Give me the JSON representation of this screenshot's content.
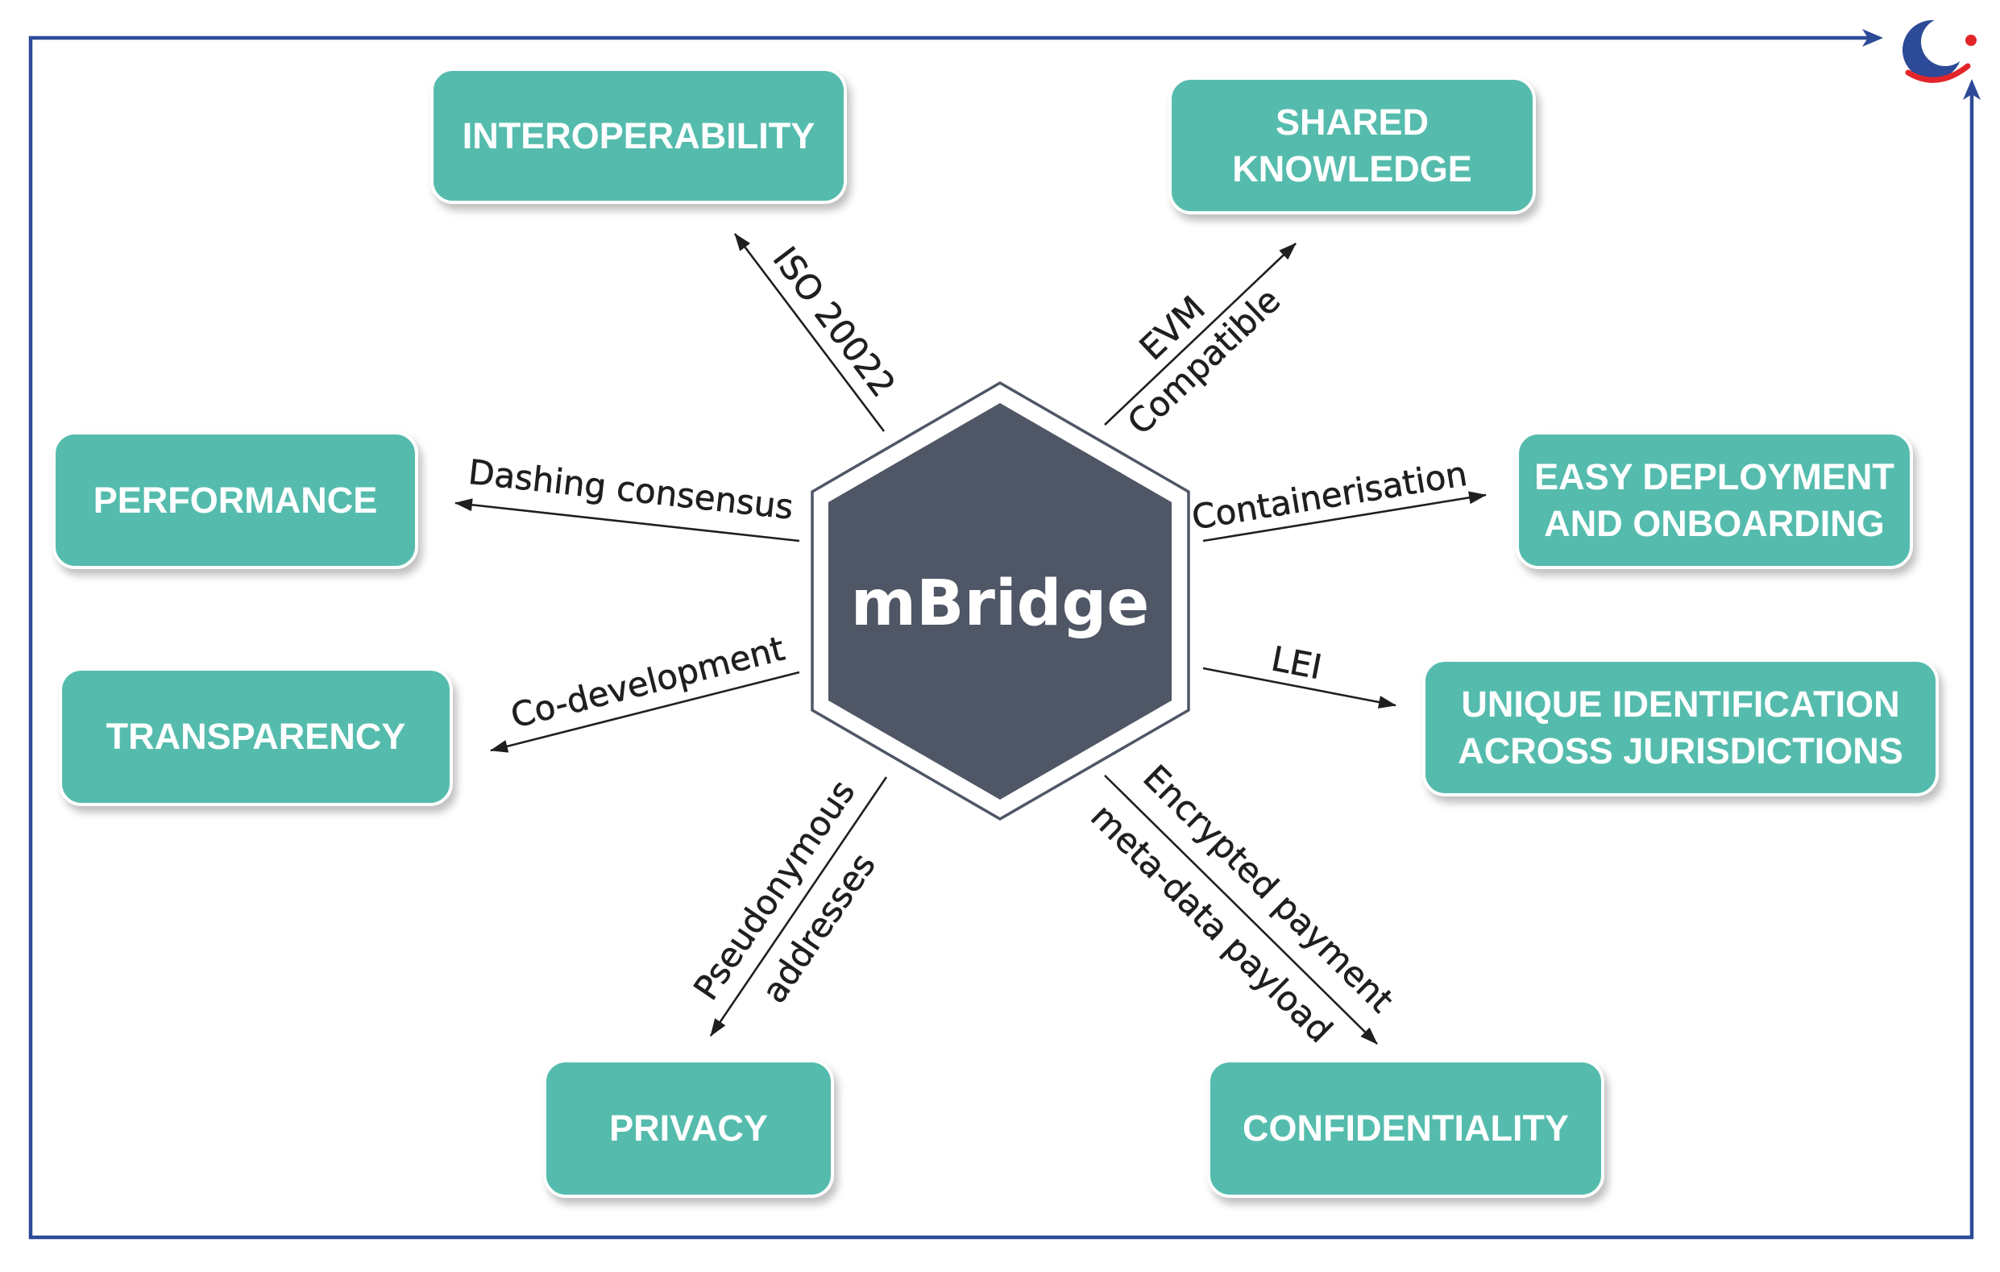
{
  "center": {
    "label": "mBridge"
  },
  "features": [
    {
      "title_lines": [
        "INTEROPERABILITY"
      ],
      "link_lines": [
        "ISO 20022"
      ]
    },
    {
      "title_lines": [
        "SHARED",
        "KNOWLEDGE"
      ],
      "link_lines": [
        "EVM",
        "Compatible"
      ]
    },
    {
      "title_lines": [
        "PERFORMANCE"
      ],
      "link_lines": [
        "Dashing consensus"
      ]
    },
    {
      "title_lines": [
        "EASY DEPLOYMENT",
        "AND ONBOARDING"
      ],
      "link_lines": [
        "Containerisation"
      ]
    },
    {
      "title_lines": [
        "TRANSPARENCY"
      ],
      "link_lines": [
        "Co-development"
      ]
    },
    {
      "title_lines": [
        "UNIQUE IDENTIFICATION",
        "ACROSS JURISDICTIONS"
      ],
      "link_lines": [
        "LEI"
      ]
    },
    {
      "title_lines": [
        "PRIVACY"
      ],
      "link_lines": [
        "Pseudonymous",
        "addresses"
      ]
    },
    {
      "title_lines": [
        "CONFIDENTIALITY"
      ],
      "link_lines": [
        "Encrypted payment",
        "meta-data payload"
      ]
    }
  ],
  "logo": {
    "icon": "logo-icon"
  },
  "frame": {
    "icons": [
      "arrow-right-icon",
      "arrow-up-icon"
    ]
  },
  "colors": {
    "node-fill": "#55bcad",
    "node-text": "#ffffff",
    "hexagon-fill": "#4f5665",
    "center-text": "#ffffff",
    "frame": "#2c4a97",
    "arrow": "#1f1f1f",
    "logo-blue": "#2c4a97",
    "logo-red": "#e2252b"
  }
}
